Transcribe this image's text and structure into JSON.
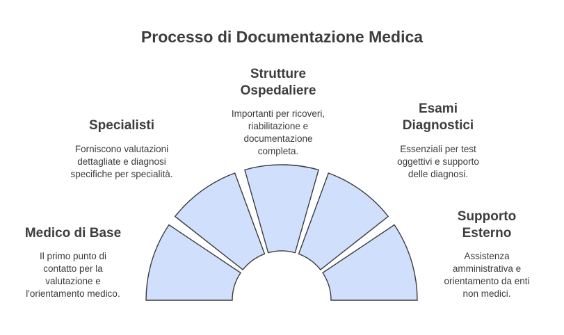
{
  "title": "Processo di Documentazione Medica",
  "colors": {
    "segment_fill": "#cfdffc",
    "segment_stroke": "#3b3b3b",
    "text": "#3d3d3d"
  },
  "steps": [
    {
      "label_lines": [
        "Medico di Base"
      ],
      "desc_lines": [
        "Il primo punto di",
        "contatto per la",
        "valutazione e",
        "l'orientamento medico."
      ]
    },
    {
      "label_lines": [
        "Specialisti"
      ],
      "desc_lines": [
        "Forniscono valutazioni",
        "dettagliate e diagnosi",
        "specifiche per specialità."
      ]
    },
    {
      "label_lines": [
        "Strutture",
        "Ospedaliere"
      ],
      "desc_lines": [
        "Importanti per ricoveri,",
        "riabilitazione e",
        "documentazione",
        "completa."
      ]
    },
    {
      "label_lines": [
        "Esami",
        "Diagnostici"
      ],
      "desc_lines": [
        "Essenziali per test",
        "oggettivi e supporto",
        "delle diagnosi."
      ]
    },
    {
      "label_lines": [
        "Supporto",
        "Esterno"
      ],
      "desc_lines": [
        "Assistenza",
        "amministrativa e",
        "orientamento da enti",
        "non medici."
      ]
    }
  ]
}
